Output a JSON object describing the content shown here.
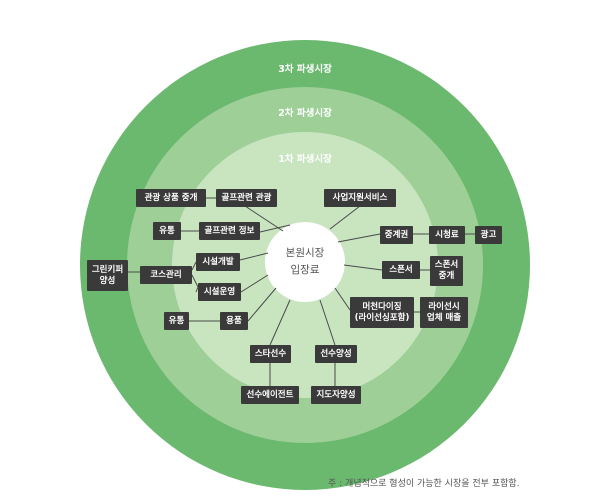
{
  "rings": {
    "outer_label": "3차 파생시장",
    "middle_label": "2차 파생시장",
    "inner_label": "1차 파생시장",
    "outer_color": "#6bb86f",
    "middle_color": "#9dcf97",
    "inner_color": "#c8e5c0"
  },
  "core": {
    "line1": "본원시장",
    "line2": "입장료"
  },
  "boxes": {
    "golf_tourism": "골프관련 관광",
    "tour_product_broker": "관광 상품 중개",
    "business_support": "사업지원서비스",
    "distribution_1": "유통",
    "golf_info": "골프관련 정보",
    "green_keeper": "그린키퍼\n양성",
    "course_management": "코스관리",
    "facility_dev": "시설개발",
    "facility_ops": "시설운영",
    "distribution_2": "유통",
    "equipment": "용품",
    "broadcast_rights": "중계권",
    "audience_ratings": "시청료",
    "advertising": "광고",
    "sponsor": "스폰서",
    "sponsor_broker": "스폰서\n중개",
    "merchandising": "머천다이징\n(라이선싱포함)",
    "license_sales": "라이선시\n업체 매출",
    "star_player": "스타선수",
    "player_training": "선수양성",
    "player_agent": "선수에이전트",
    "coach_training": "지도자양성"
  },
  "note": "주 : 개념적으로 형성이 가능한 시장을 전부 포함함."
}
